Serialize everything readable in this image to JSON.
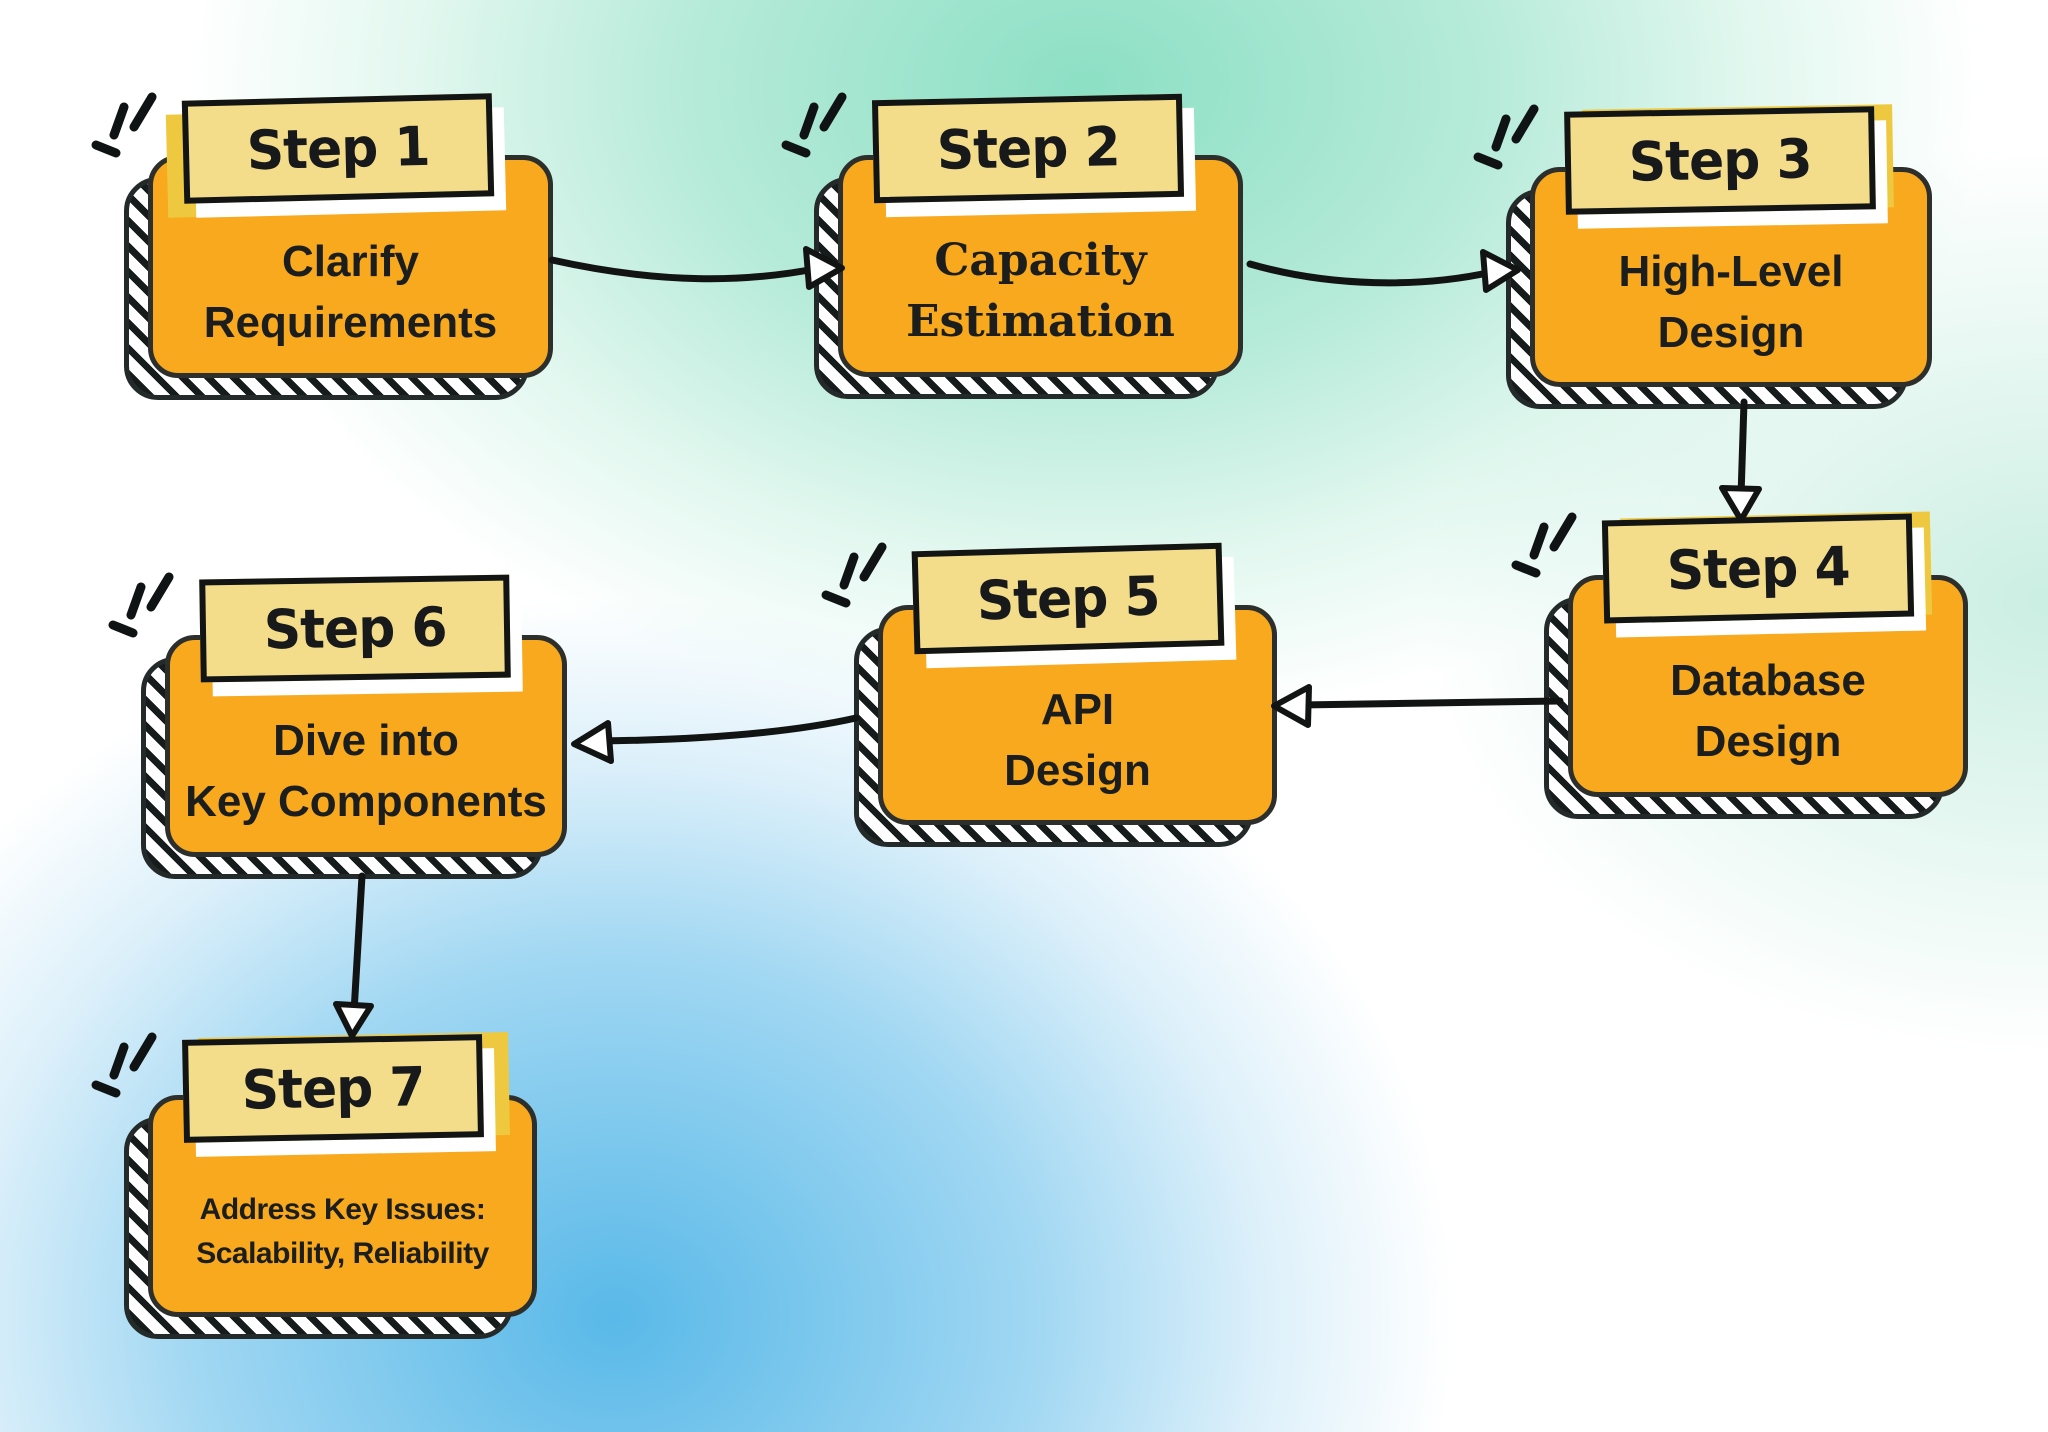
{
  "diagram": {
    "type": "flowchart",
    "steps": [
      {
        "label": "Step 1",
        "lines": [
          "Clarify",
          "Requirements"
        ]
      },
      {
        "label": "Step 2",
        "lines": [
          "Capacity",
          "Estimation"
        ]
      },
      {
        "label": "Step 3",
        "lines": [
          "High-Level",
          "Design"
        ]
      },
      {
        "label": "Step 4",
        "lines": [
          "Database",
          "Design"
        ]
      },
      {
        "label": "Step 5",
        "lines": [
          "API",
          "Design"
        ]
      },
      {
        "label": "Step 6",
        "lines": [
          "Dive into",
          "Key Components"
        ]
      },
      {
        "label": "Step 7",
        "lines": [
          "Address Key Issues:",
          "Scalability, Reliability"
        ]
      }
    ],
    "connections": [
      {
        "from": "Step 1",
        "to": "Step 2"
      },
      {
        "from": "Step 2",
        "to": "Step 3"
      },
      {
        "from": "Step 3",
        "to": "Step 4"
      },
      {
        "from": "Step 4",
        "to": "Step 5"
      },
      {
        "from": "Step 5",
        "to": "Step 6"
      },
      {
        "from": "Step 6",
        "to": "Step 7"
      }
    ],
    "colors": {
      "box_fill": "#F8A91D",
      "banner_fill": "#F3DC8A",
      "banner_underlay": "#EEC93F",
      "outline": "#1A1D1C",
      "text": "#1B1E1D",
      "shadow_hatch": "#161B1B",
      "bg_top_teal": "#9BE2CC",
      "bg_bottom_blue": "#5CB9E7"
    }
  }
}
